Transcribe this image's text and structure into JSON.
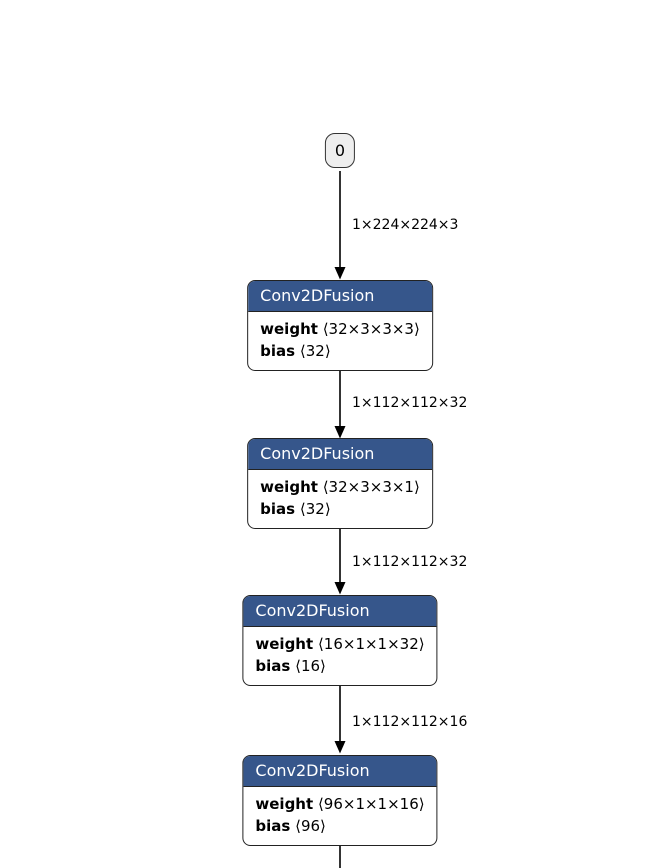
{
  "graph": {
    "input_node": {
      "label": "0"
    },
    "nodes": [
      {
        "title": "Conv2DFusion",
        "attributes": [
          {
            "name": "weight",
            "value": "⟨32×3×3×3⟩"
          },
          {
            "name": "bias",
            "value": "⟨32⟩"
          }
        ]
      },
      {
        "title": "Conv2DFusion",
        "attributes": [
          {
            "name": "weight",
            "value": "⟨32×3×3×1⟩"
          },
          {
            "name": "bias",
            "value": "⟨32⟩"
          }
        ]
      },
      {
        "title": "Conv2DFusion",
        "attributes": [
          {
            "name": "weight",
            "value": "⟨16×1×1×32⟩"
          },
          {
            "name": "bias",
            "value": "⟨16⟩"
          }
        ]
      },
      {
        "title": "Conv2DFusion",
        "attributes": [
          {
            "name": "weight",
            "value": "⟨96×1×1×16⟩"
          },
          {
            "name": "bias",
            "value": "⟨96⟩"
          }
        ]
      }
    ],
    "edges": [
      {
        "label": "1×224×224×3"
      },
      {
        "label": "1×112×112×32"
      },
      {
        "label": "1×112×112×32"
      },
      {
        "label": "1×112×112×16"
      }
    ],
    "colors": {
      "node_header": "#36568B",
      "node_body": "#ffffff",
      "node_border": "#222222",
      "input_fill": "#eeeeee",
      "edge": "#000000",
      "background": "#ffffff"
    }
  }
}
